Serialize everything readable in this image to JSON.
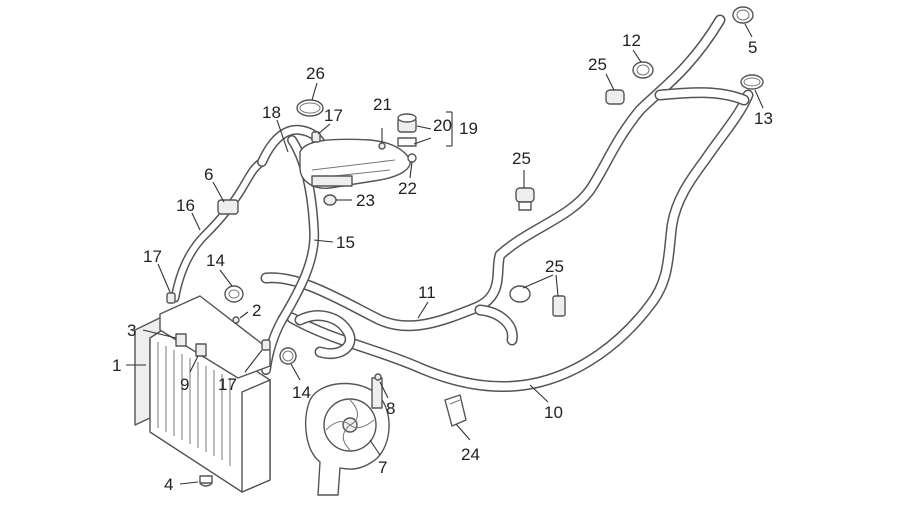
{
  "callouts": [
    {
      "id": "1",
      "text": "1"
    },
    {
      "id": "2",
      "text": "2"
    },
    {
      "id": "3",
      "text": "3"
    },
    {
      "id": "4",
      "text": "4"
    },
    {
      "id": "5",
      "text": "5"
    },
    {
      "id": "6",
      "text": "6"
    },
    {
      "id": "7",
      "text": "7"
    },
    {
      "id": "8",
      "text": "8"
    },
    {
      "id": "9",
      "text": "9"
    },
    {
      "id": "10",
      "text": "10"
    },
    {
      "id": "11",
      "text": "11"
    },
    {
      "id": "12",
      "text": "12"
    },
    {
      "id": "13",
      "text": "13"
    },
    {
      "id": "14a",
      "text": "14"
    },
    {
      "id": "14b",
      "text": "14"
    },
    {
      "id": "15",
      "text": "15"
    },
    {
      "id": "16",
      "text": "16"
    },
    {
      "id": "17a",
      "text": "17"
    },
    {
      "id": "17b",
      "text": "17"
    },
    {
      "id": "17c",
      "text": "17"
    },
    {
      "id": "18",
      "text": "18"
    },
    {
      "id": "19",
      "text": "19"
    },
    {
      "id": "20",
      "text": "20"
    },
    {
      "id": "21",
      "text": "21"
    },
    {
      "id": "22",
      "text": "22"
    },
    {
      "id": "23",
      "text": "23"
    },
    {
      "id": "24",
      "text": "24"
    },
    {
      "id": "25a",
      "text": "25"
    },
    {
      "id": "25b",
      "text": "25"
    },
    {
      "id": "25c",
      "text": "25"
    },
    {
      "id": "26",
      "text": "26"
    }
  ]
}
